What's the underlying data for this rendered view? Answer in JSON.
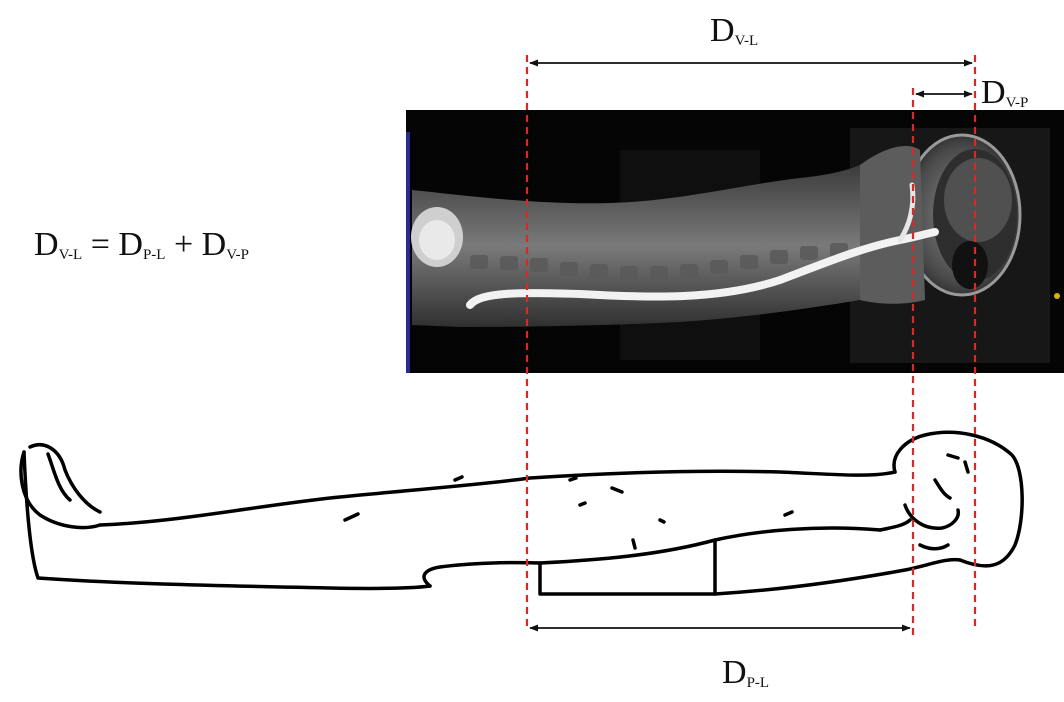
{
  "labels": {
    "d_vl": {
      "base": "D",
      "sub": "V-L"
    },
    "d_vp": {
      "base": "D",
      "sub": "V-P"
    },
    "d_pl": {
      "base": "D",
      "sub": "P-L"
    }
  },
  "equation": {
    "lhs": {
      "base": "D",
      "sub": "V-L"
    },
    "eq": "=",
    "t1": {
      "base": "D",
      "sub": "P-L"
    },
    "plus": "+",
    "t2": {
      "base": "D",
      "sub": "V-P"
    }
  },
  "colors": {
    "dashed_line": "#d42a2a",
    "arrow": "#111111",
    "mri_background": "#050505",
    "mri_tissue": "#6f6f6f",
    "spinal_cord": "#f2f2f2",
    "body_outline": "#000000"
  }
}
